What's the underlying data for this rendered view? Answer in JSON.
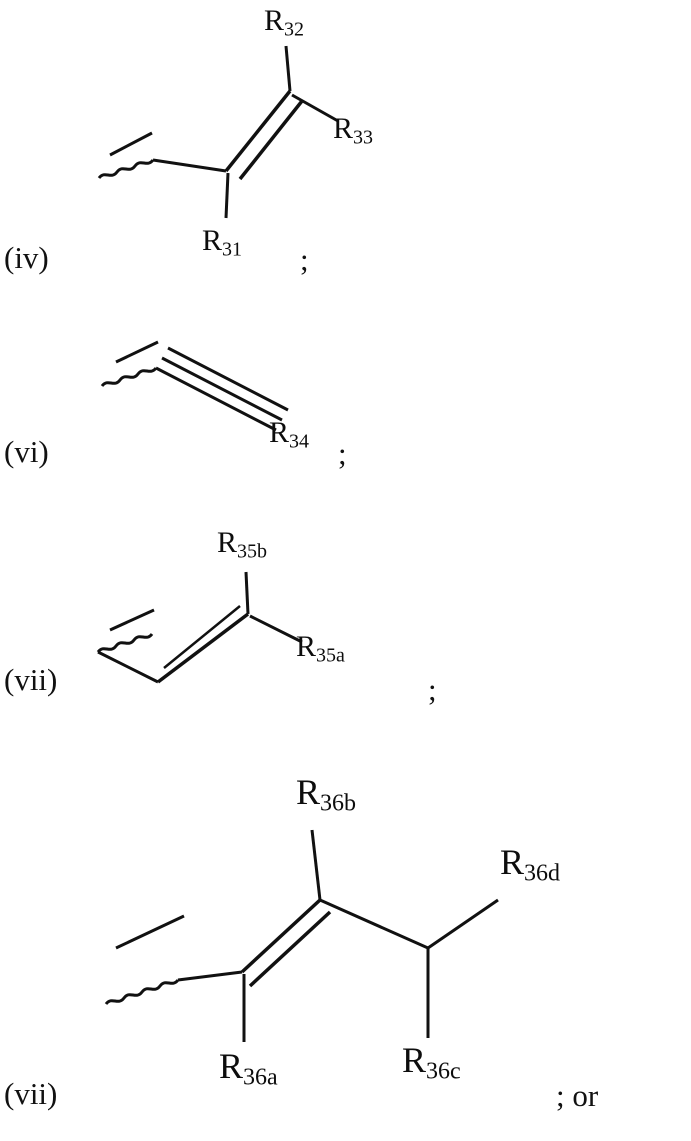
{
  "document": {
    "type": "patent-chemical-structure-page",
    "background_color": "#ffffff",
    "text_color": "#111111"
  },
  "structures": [
    {
      "id": "iv",
      "roman_label": "(iv)",
      "trailing_punctuation": ";",
      "description": "trisubstituted alkene with wavy attachment bond",
      "substituents": [
        {
          "base": "R",
          "sub": "32"
        },
        {
          "base": "R",
          "sub": "33"
        },
        {
          "base": "R",
          "sub": "31"
        }
      ]
    },
    {
      "id": "vi",
      "roman_label": "(vi)",
      "trailing_punctuation": ";",
      "description": "alkyne with wavy attachment bond",
      "substituents": [
        {
          "base": "R",
          "sub": "34"
        }
      ]
    },
    {
      "id": "vii-a",
      "roman_label": "(vii)",
      "trailing_punctuation": ";",
      "description": "disubstituted alkene with wavy attachment bond",
      "substituents": [
        {
          "base": "R",
          "sub": "35b"
        },
        {
          "base": "R",
          "sub": "35a"
        }
      ]
    },
    {
      "id": "vii-b",
      "roman_label": "(vii)",
      "trailing_punctuation": "; or",
      "description": "alkene bearing a substituted carbon chain with wavy attachment bond",
      "substituents": [
        {
          "base": "R",
          "sub": "36b"
        },
        {
          "base": "R",
          "sub": "36d"
        },
        {
          "base": "R",
          "sub": "36a"
        },
        {
          "base": "R",
          "sub": "36c"
        }
      ]
    }
  ]
}
